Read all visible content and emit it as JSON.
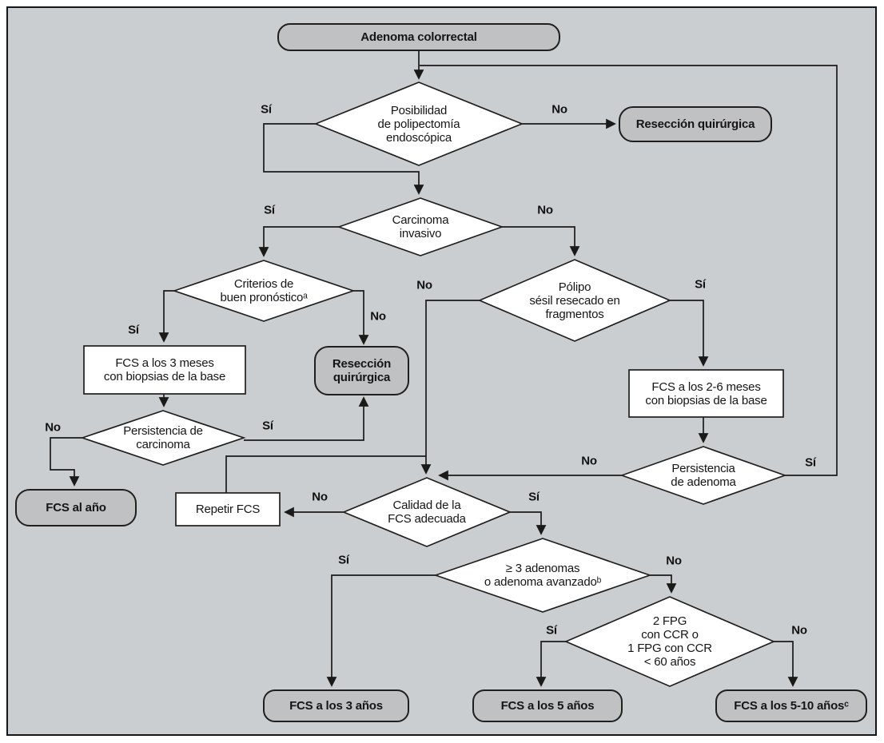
{
  "figure": {
    "title": "Adenoma colorrectal flowchart",
    "panel_background": "#cbced0",
    "panel_border": "#161616",
    "line_color": "#1a1a1a",
    "gray_node_fill": "#bfc1c3",
    "white_node_fill": "#ffffff"
  },
  "decision_labels": {
    "si": "Sí",
    "no": "No"
  },
  "nodes": {
    "start": {
      "label": "Adenoma colorrectal"
    },
    "d_polipectomia": {
      "label": "Posibilidad\nde polipectomía\nendoscópica"
    },
    "reseccion_top": {
      "label": "Resección quirúrgica"
    },
    "d_carcinoma": {
      "label": "Carcinoma\ninvasivo"
    },
    "d_criterios": {
      "label": "Criterios de\nbuen pronósticoᵃ"
    },
    "d_polipo": {
      "label": "Pólipo\nsésil resecado en\nfragmentos"
    },
    "fcs_3_meses": {
      "label": "FCS a los 3 meses\ncon biopsias de la base"
    },
    "reseccion_mid": {
      "label": "Resección\nquirúrgica"
    },
    "fcs_26_meses": {
      "label": "FCS a los 2-6 meses\ncon biopsias de la base"
    },
    "d_pers_carcinoma": {
      "label": "Persistencia de\ncarcinoma"
    },
    "d_pers_adenoma": {
      "label": "Persistencia\nde adenoma"
    },
    "fcs_al_ano": {
      "label": "FCS al año"
    },
    "repetir_fcs": {
      "label": "Repetir FCS"
    },
    "d_calidad": {
      "label": "Calidad de la\nFCS adecuada"
    },
    "d_adenomas": {
      "label": "≥ 3 adenomas\no adenoma avanzadoᵇ"
    },
    "d_fpg": {
      "label": "2 FPG\ncon CCR o\n1 FPG con CCR\n< 60 años"
    },
    "fcs_3_anos": {
      "label": "FCS a los 3 años"
    },
    "fcs_5_anos": {
      "label": "FCS a los 5 años"
    },
    "fcs_510_anos": {
      "label": "FCS a los 5-10 añosᶜ"
    }
  }
}
